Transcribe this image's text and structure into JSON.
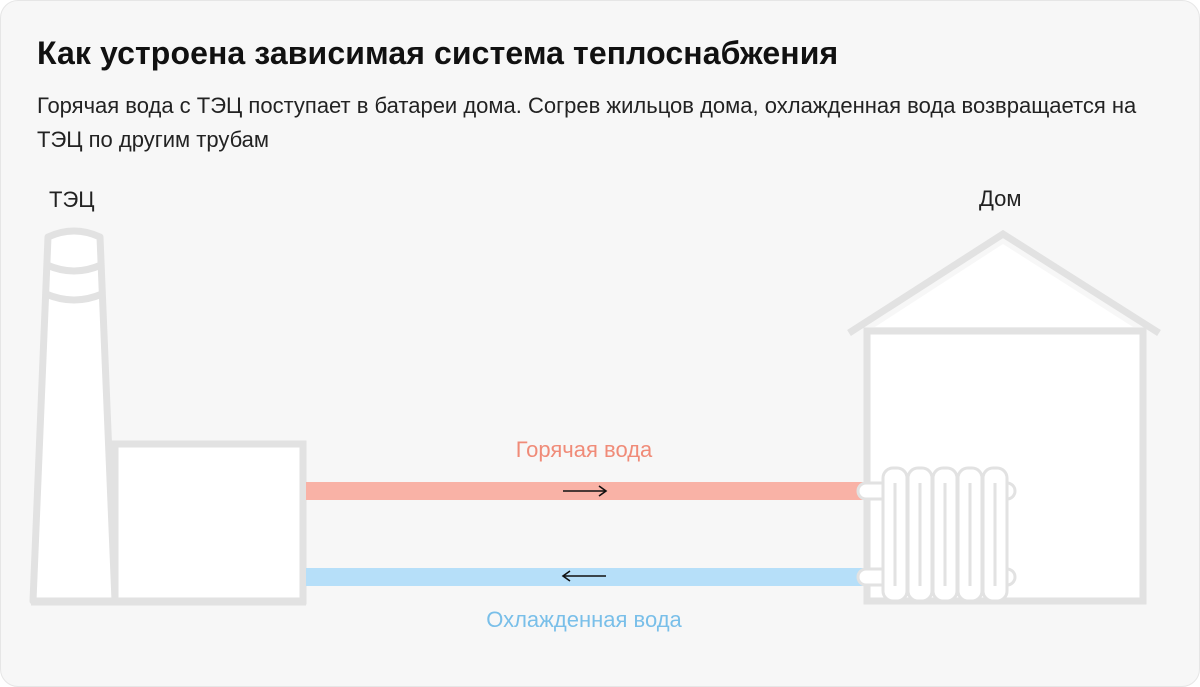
{
  "header": {
    "title": "Как устроена зависимая система теплоснабжения",
    "subtitle": "Горячая вода с ТЭЦ поступает в батареи дома. Согрев жильцов дома, охлажденная вода возвращается на ТЭЦ по другим трубам"
  },
  "nodes": {
    "plant_label": "ТЭЦ",
    "house_label": "Дом"
  },
  "pipes": {
    "hot_label": "Горячая вода",
    "cold_label": "Охлажденная вода"
  },
  "colors": {
    "outline": "#e2e2e2",
    "hot": "#f9b2a6",
    "hot_text": "#f08b78",
    "cold": "#b6dff9",
    "cold_text": "#79bfe9",
    "fill": "#ffffff"
  }
}
